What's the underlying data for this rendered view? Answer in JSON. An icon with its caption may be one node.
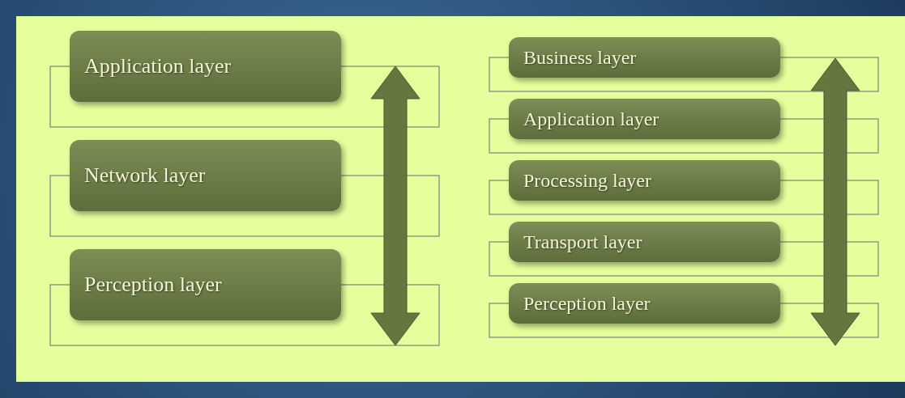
{
  "diagram": {
    "nodes": [
      {
        "text": [
          "Application layer"
        ]
      },
      {
        "text": [
          "Network layer"
        ]
      },
      {
        "text": [
          "Perception layer"
        ]
      },
      {
        "text": [
          "Business layer"
        ]
      },
      {
        "text": [
          "Application layer"
        ]
      },
      {
        "text": [
          "Processing layer"
        ]
      },
      {
        "text": [
          "Transport layer"
        ]
      },
      {
        "text": [
          "Perception layer"
        ]
      }
    ]
  }
}
